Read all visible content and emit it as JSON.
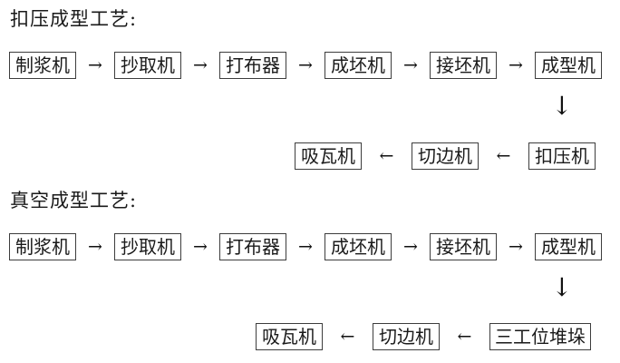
{
  "page": {
    "background": "#ffffff",
    "text_color": "#1a1a1a",
    "box_border_color": "#3d3d3d"
  },
  "glyphs": {
    "right_arrow": "→",
    "left_arrow": "←",
    "down_arrow": "↓"
  },
  "sections": [
    {
      "title": "扣压成型工艺:",
      "main_row": [
        "制浆机",
        "抄取机",
        "打布器",
        "成坯机",
        "接坯机",
        "成型机"
      ],
      "return_row": [
        "吸瓦机",
        "切边机",
        "扣压机"
      ]
    },
    {
      "title": "真空成型工艺:",
      "main_row": [
        "制浆机",
        "抄取机",
        "打布器",
        "成坯机",
        "接坯机",
        "成型机"
      ],
      "return_row": [
        "吸瓦机",
        "切边机",
        "三工位堆垛"
      ]
    }
  ]
}
